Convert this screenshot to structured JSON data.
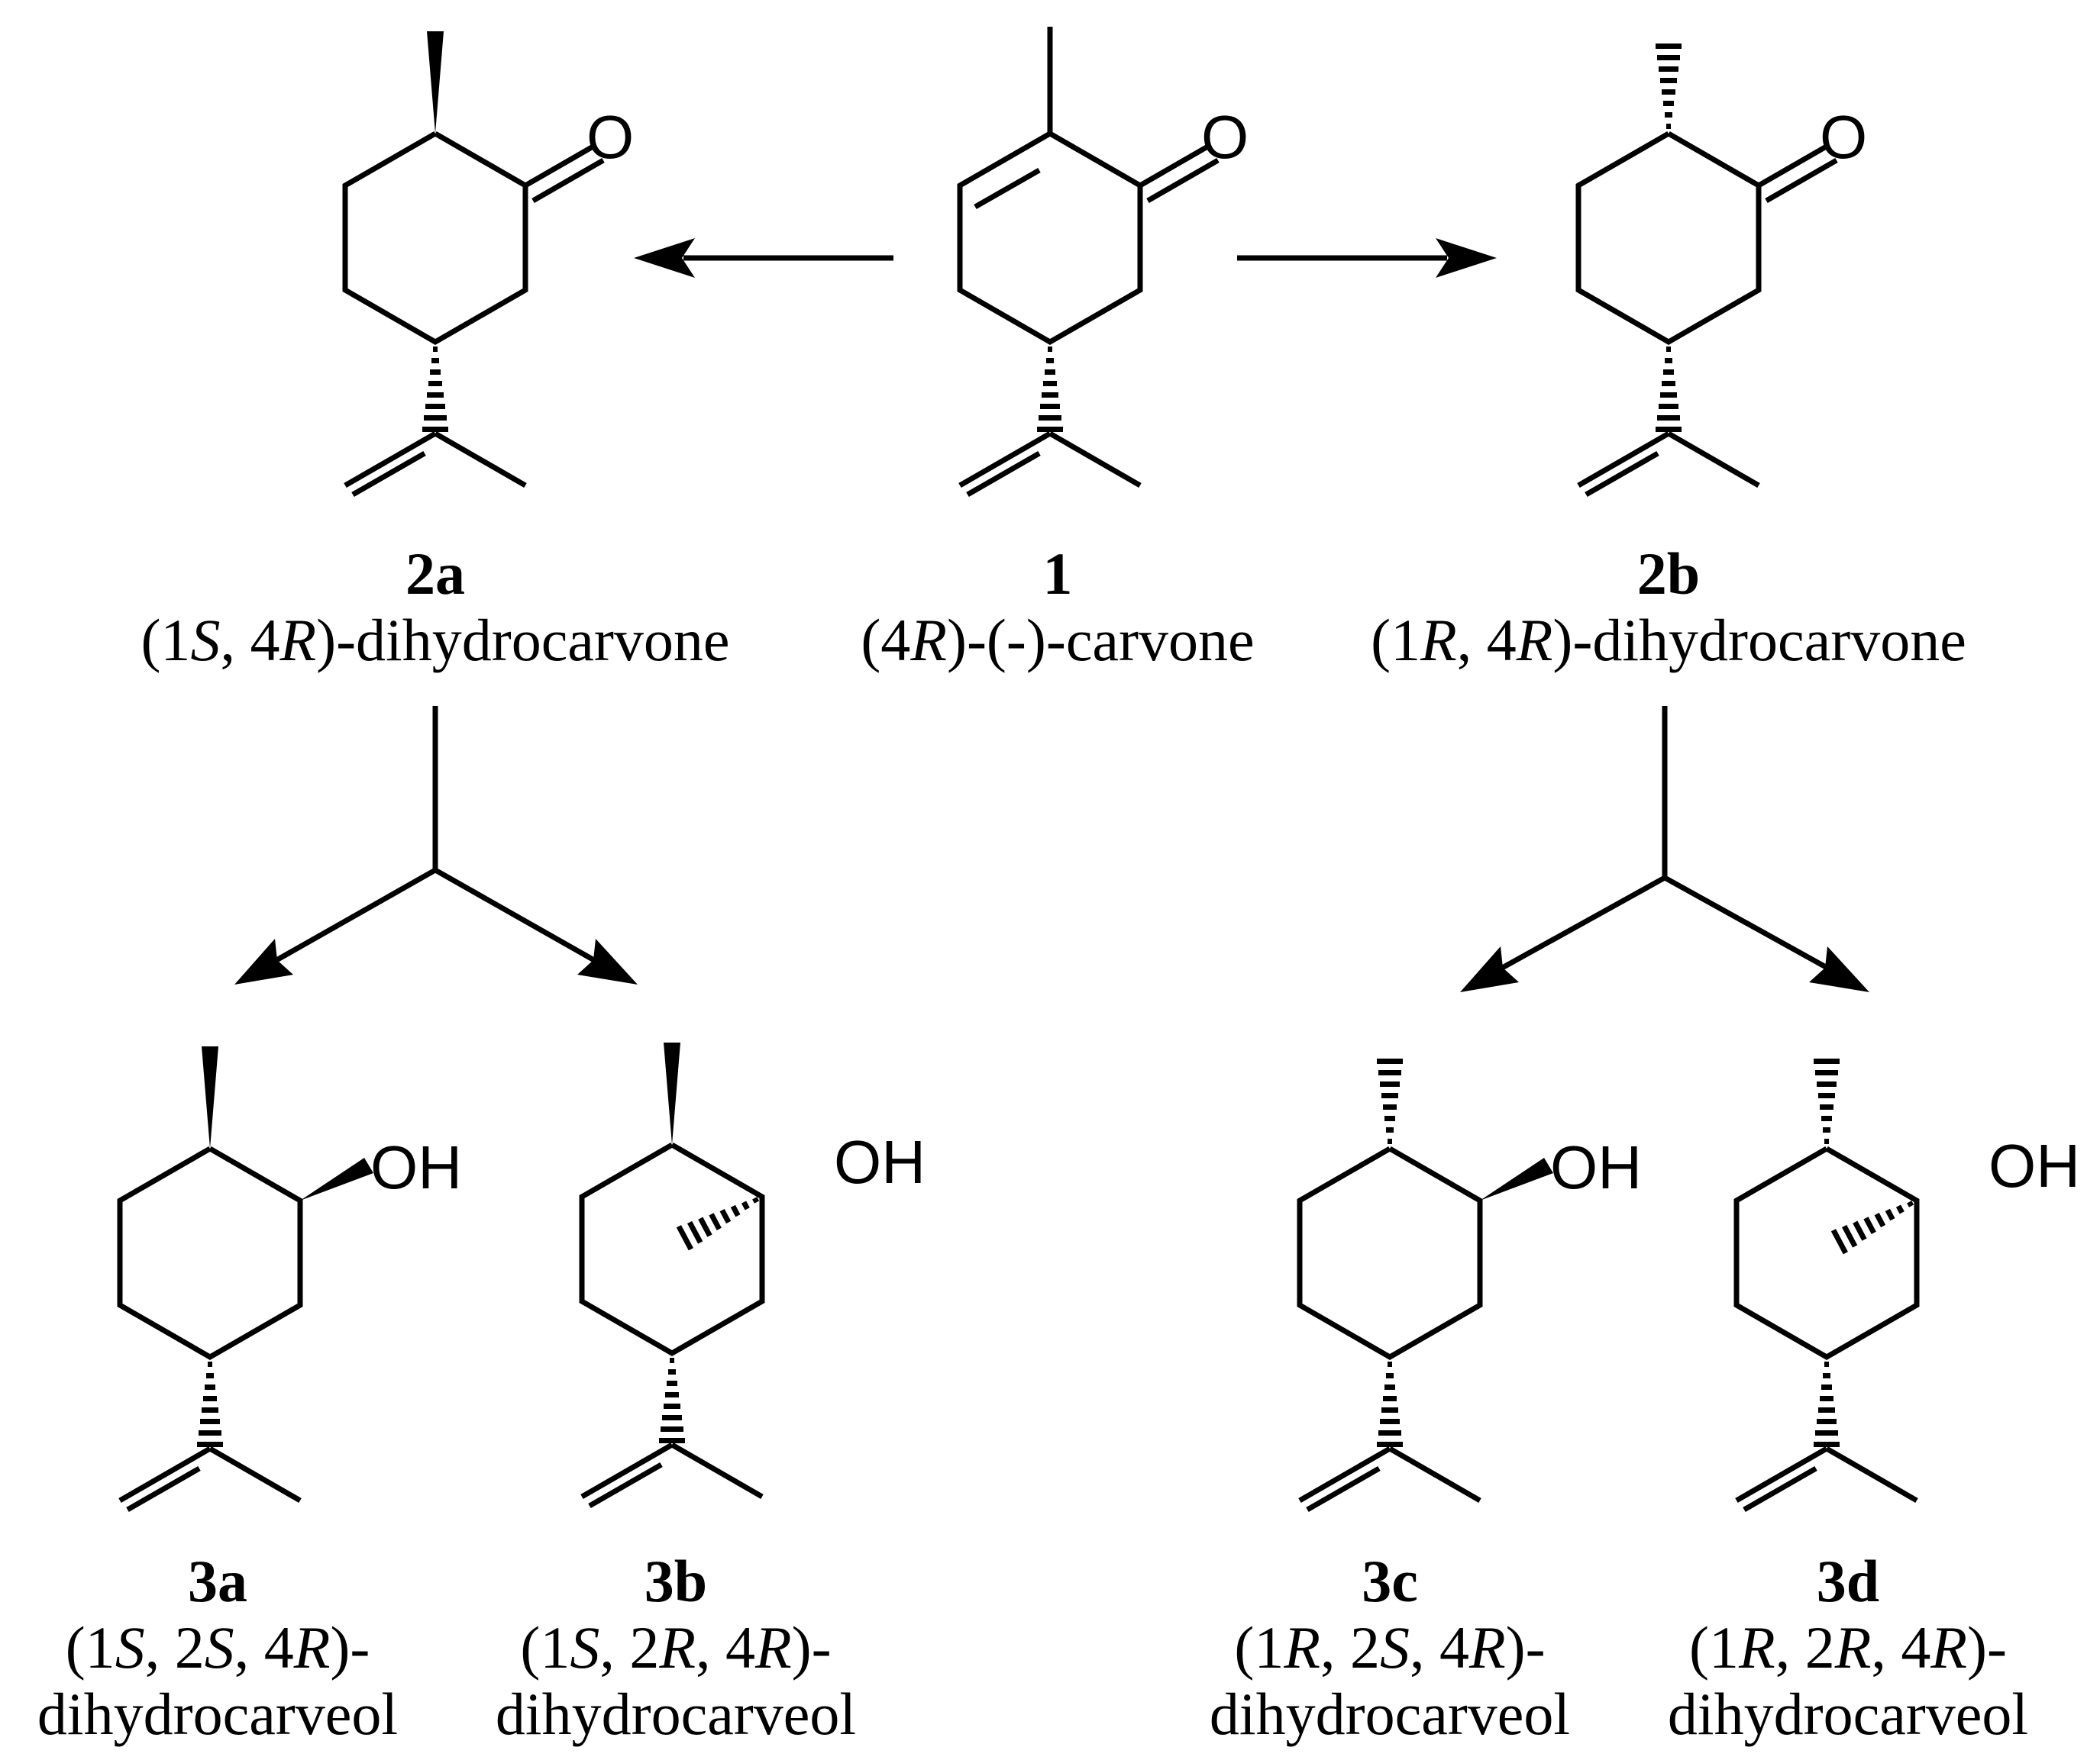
{
  "compounds": {
    "c1": {
      "id": "1",
      "name_parts": [
        {
          "t": "(4"
        },
        {
          "t": "R",
          "i": true
        },
        {
          "t": ")-(-)-carvone"
        }
      ]
    },
    "c2a": {
      "id": "2a",
      "name_parts": [
        {
          "t": "(1"
        },
        {
          "t": "S",
          "i": true
        },
        {
          "t": ", 4"
        },
        {
          "t": "R",
          "i": true
        },
        {
          "t": ")-dihydrocarvone"
        }
      ]
    },
    "c2b": {
      "id": "2b",
      "name_parts": [
        {
          "t": "(1"
        },
        {
          "t": "R",
          "i": true
        },
        {
          "t": ", 4"
        },
        {
          "t": "R",
          "i": true
        },
        {
          "t": ")-dihydrocarvone"
        }
      ]
    },
    "c3a": {
      "id": "3a",
      "name_parts": [
        {
          "t": "(1"
        },
        {
          "t": "S",
          "i": true
        },
        {
          "t": ", 2"
        },
        {
          "t": "S",
          "i": true
        },
        {
          "t": ", 4"
        },
        {
          "t": "R",
          "i": true
        },
        {
          "t": ")-"
        }
      ],
      "name_line2": "dihydrocarveol"
    },
    "c3b": {
      "id": "3b",
      "name_parts": [
        {
          "t": "(1"
        },
        {
          "t": "S",
          "i": true
        },
        {
          "t": ", 2"
        },
        {
          "t": "R",
          "i": true
        },
        {
          "t": ", 4"
        },
        {
          "t": "R",
          "i": true
        },
        {
          "t": ")-"
        }
      ],
      "name_line2": "dihydrocarveol"
    },
    "c3c": {
      "id": "3c",
      "name_parts": [
        {
          "t": "(1"
        },
        {
          "t": "R",
          "i": true
        },
        {
          "t": ", 2"
        },
        {
          "t": "S",
          "i": true
        },
        {
          "t": ", 4"
        },
        {
          "t": "R",
          "i": true
        },
        {
          "t": ")-"
        }
      ],
      "name_line2": "dihydrocarveol"
    },
    "c3d": {
      "id": "3d",
      "name_parts": [
        {
          "t": "(1"
        },
        {
          "t": "R",
          "i": true
        },
        {
          "t": ", 2"
        },
        {
          "t": "R",
          "i": true
        },
        {
          "t": ", 4"
        },
        {
          "t": "R",
          "i": true
        },
        {
          "t": ")-"
        }
      ],
      "name_line2": "dihydrocarveol"
    }
  },
  "atoms": {
    "oxygen": "O",
    "hydroxyl": "OH"
  }
}
